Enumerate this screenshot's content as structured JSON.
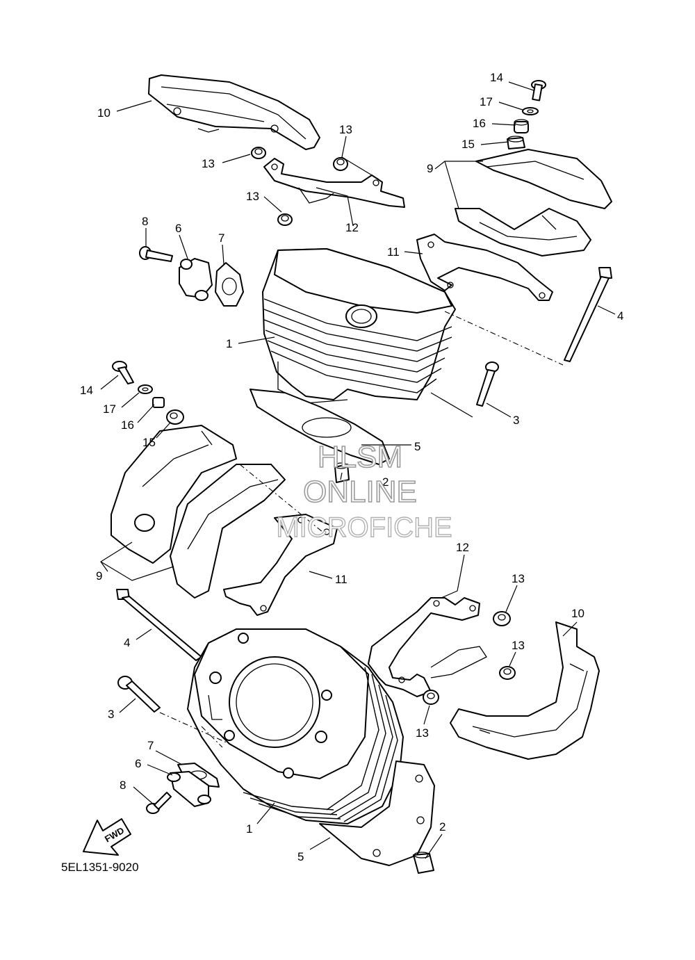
{
  "diagram": {
    "code": "5EL1351-9020",
    "fwd_label": "FWD",
    "watermark": [
      "HLSM",
      "ONLINE",
      "MICROFICHE"
    ],
    "callouts": {
      "c10a": "10",
      "c13a": "13",
      "c13b": "13",
      "c13c": "13",
      "c12a": "12",
      "c14a": "14",
      "c17a": "17",
      "c16a": "16",
      "c15a": "15",
      "c9a": "9",
      "c11a": "11",
      "c8a": "8",
      "c6a": "6",
      "c7a": "7",
      "c1a": "1",
      "c4a": "4",
      "c3a": "3",
      "c14b": "14",
      "c17b": "17",
      "c16b": "16",
      "c15b": "15",
      "c5a": "5",
      "c2a": "2",
      "c9b": "9",
      "c11b": "11",
      "c12b": "12",
      "c13d": "13",
      "c10b": "10",
      "c13e": "13",
      "c4b": "4",
      "c3b": "3",
      "c13f": "13",
      "c7b": "7",
      "c6b": "6",
      "c8b": "8",
      "c1b": "1",
      "c5b": "5",
      "c2b": "2"
    }
  }
}
